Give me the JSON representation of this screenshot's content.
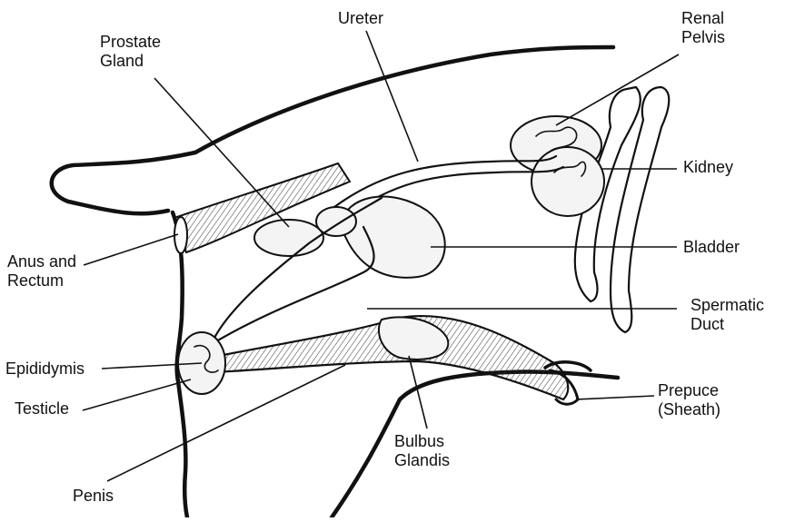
{
  "labels": {
    "ureter": "Ureter",
    "renal_pelvis": [
      "Renal",
      "Pelvis"
    ],
    "prostate_gland": [
      "Prostate",
      "Gland"
    ],
    "kidney": "Kidney",
    "anus_rectum": [
      "Anus and",
      "Rectum"
    ],
    "bladder": "Bladder",
    "spermatic_duct": [
      "Spermatic",
      "Duct"
    ],
    "epididymis": "Epididymis",
    "testicle": "Testicle",
    "prepuce": [
      "Prepuce",
      "(Sheath)"
    ],
    "bulbus_glandis": [
      "Bulbus",
      "Glandis"
    ],
    "penis": "Penis"
  }
}
